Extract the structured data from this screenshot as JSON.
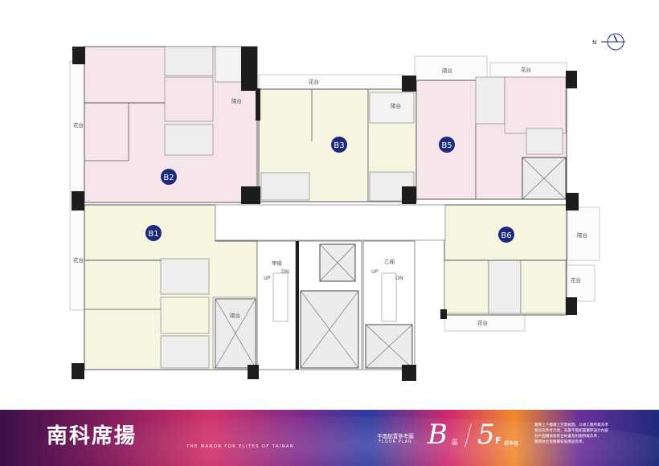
{
  "compass": {
    "label": "N"
  },
  "units": [
    {
      "id": "B1",
      "label": "B1"
    },
    {
      "id": "B2",
      "label": "B2"
    },
    {
      "id": "B3",
      "label": "B3"
    },
    {
      "id": "B5",
      "label": "B5"
    },
    {
      "id": "B6",
      "label": "B6"
    }
  ],
  "room_labels": {
    "flower_bed": "花台",
    "balcony": "陽台",
    "stair_a": "甲梯",
    "stair_b": "乙梯",
    "up": "UP",
    "dn": "DN"
  },
  "banner": {
    "brand": "南科席揚",
    "brand_sub": "THE MANOR FOR ELITES OF TAINAN",
    "plan_ref": "平面配置參考圖",
    "plan_ref_en": "· FLOOR PLAN ·",
    "zone_letter": "B",
    "zone_suffix": "區",
    "floor_number": "5",
    "floor_f": "F",
    "floor_desc": "標準層",
    "notes": [
      "實際上下樓層之空間規劃，以竣工圖所載為準",
      "家具為參考示意，非屬平面配置實際設計內容",
      "各戶面積依銷售合約書及附圖所載為準，",
      "實際依主管機關核准圖說為準。"
    ]
  },
  "colors": {
    "unit_pink": "#f6e6ea",
    "unit_yellow": "#f6f5e2",
    "badge": "#1b2a7a",
    "wall": "#1d1d1d"
  }
}
